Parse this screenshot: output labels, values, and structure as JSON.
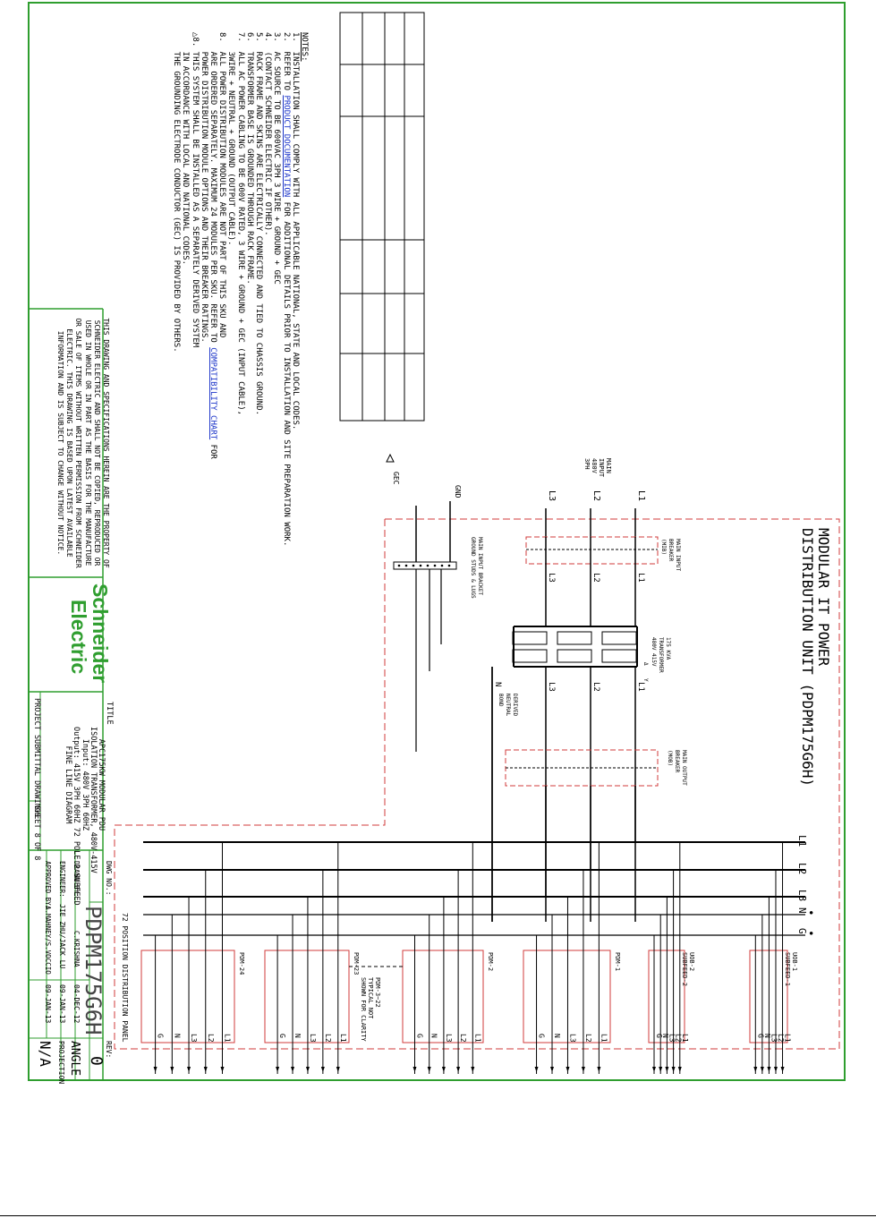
{
  "colors": {
    "border": "#2f9e2f",
    "dash": "#d23b3b",
    "wire": "#000000",
    "link": "#1a33c8"
  },
  "notes": {
    "heading": "NOTES:",
    "items": [
      {
        "pre": "1.  INSTALLATION SHALL COMPLY WITH ALL APPLICABLE NATIONAL, STATE AND LOCAL CODES.",
        "link": "",
        "post": ""
      },
      {
        "pre": "2.  REFER TO ",
        "link": "PRODUCT DOCUMENTATION",
        "post": " FOR ADDITIONAL DETAILS PRIOR TO INSTALLATION AND SITE PREPARATION WORK."
      },
      {
        "pre": "3.  AC SOURCE TO BE 600VAC 3PH 3 WIRE + GROUND + GEC",
        "link": "",
        "post": ""
      },
      {
        "pre": "4.  (CONTACT SCHNEIDER ELECTRIC IF OTHER).",
        "link": "",
        "post": ""
      },
      {
        "pre": "5.  RACK FRAME AND SKINS ARE ELECTRICALLY CONNECTED AND TIED TO CHASSIS GROUND.",
        "link": "",
        "post": ""
      },
      {
        "pre": "6.  TRANSFORMER BASE IS GROUNDED THROUGH RACK FRAME.",
        "link": "",
        "post": ""
      },
      {
        "pre": "7.  ALL AC POWER CABLING TO BE 600V RATED, 3 WIRE + GROUND + GEC (INPUT CABLE),",
        "link": "",
        "post": ""
      },
      {
        "pre": "    3WIRE + NEUTRAL + GROUND (OUTPUT CABLE).",
        "link": "",
        "post": ""
      },
      {
        "pre": "8.  ALL POWER DISTRIBUTION MODULES ARE NOT PART OF THIS SKU AND",
        "link": "",
        "post": ""
      },
      {
        "pre": "    ARE ORDERED SEPARATELY. MAXIMUM 24 MODULES PER SKU. REFER TO ",
        "link": "COMPATIBILITY CHART",
        "post": " FOR"
      },
      {
        "pre": "    POWER DISTRIBUTION MODULE OPTIONS AND THEIR BREAKER RATINGS.",
        "link": "",
        "post": ""
      },
      {
        "pre": "△8. THIS SYSTEM SHALL BE INSTALLED AS A SEPARATELY DERIVED SYSTEM",
        "link": "",
        "post": ""
      },
      {
        "pre": "    IN ACCORDANCE WITH LOCAL AND NATIONAL CODES.",
        "link": "",
        "post": ""
      },
      {
        "pre": "    THE GROUNDING ELECTRODE CONDUCTOR (GEC) IS PROVIDED BY OTHERS.",
        "link": "",
        "post": ""
      }
    ]
  },
  "disclaimer": [
    "THIS DRAWING AND SPECIFICATIONS HEREIN ARE THE PROPERTY OF",
    "SCHNEIDER ELECTRIC AND SHALL NOT BE COPIED, REPRODUCED OR",
    "USED IN WHOLE OR IN PART AS THE BASIS FOR THE MANUFACTURE",
    "OR SALE OF ITEMS WITHOUT WRITTEN PERMISSION FROM SCHNEIDER",
    "ELECTRIC. THIS DRAWING IS BASED UPON LATEST AVAILABLE",
    "INFORMATION AND IS SUBJECT TO CHANGE WITHOUT NOTICE."
  ],
  "logo": {
    "line1": "Schneider",
    "line2": "Electric"
  },
  "title_block": {
    "title_label": "TITLE",
    "title_lines": [
      "APC175KW MODULAR PDU",
      "ISOLATION TRANSFORMER, 480V-415V",
      "Input: 480V 3PH 60HZ",
      "Output: 415V 3PH 60HZ 72 POLE 2 SUBFEED",
      "FINE LINE DIAGRAM"
    ],
    "project": "PROJECT SUBMITTAL DRAWINGS",
    "sheet": "SHEET 8 OF 8",
    "dwg_label": "DWG NO.:",
    "dwg_no": "PDPM175G6H",
    "rev_label": "REV:",
    "rev": "0",
    "drawn_label": "DRAWN BY:",
    "drawn_by": "C.KRISHNA",
    "drawn_date": "04-DEC-12",
    "engineer_label": "ENGINEER:",
    "engineer": "JIE ZHU/JACK LU",
    "engineer_date": "09-JAN-13",
    "approved_label": "APPROVED BY:",
    "approved": "A.MAHNEY/S.VOCCIO",
    "approved_date": "09-JAN-13",
    "angle": "ANGLE",
    "projection": "PROJECTION",
    "na": "N/A"
  },
  "diagram": {
    "title_l1": "MODULAR IT POWER",
    "title_l2": "DISTRIBUTION UNIT (PDPM175G6H)",
    "main_input": [
      "MAIN",
      "INPUT",
      "480V",
      "3PH"
    ],
    "input_lines": [
      "L1",
      "L2",
      "L3"
    ],
    "gnd": "GND",
    "gec": "GEC",
    "mib": [
      "MAIN INPUT",
      "BREAKER",
      "(MIB)"
    ],
    "ground_bar": [
      "MAIN INPUT BRACKET",
      "GROUND STUDS & LUGS"
    ],
    "transformer": [
      "175 KVA",
      "TRANSFORMER",
      "480V    415V"
    ],
    "tx_delta": "Δ",
    "tx_wye": "Y",
    "post_tx": [
      "L1",
      "L2",
      "L3",
      "N"
    ],
    "bond": [
      "DERIVED",
      "NEUTRAL",
      "BOND"
    ],
    "mob": [
      "MAIN OUTPUT",
      "BREAKER",
      "(MOB)"
    ],
    "buses": [
      "L1",
      "L2",
      "L3",
      "N",
      "G"
    ],
    "panel": "72 POSITION DISTRIBUTION PANEL",
    "modules": [
      {
        "name": "UOB-1",
        "sub": "SUBFEED-1"
      },
      {
        "name": "UOB-2",
        "sub": "SUBFEED-2"
      },
      {
        "name": "PDM-1",
        "sub": ""
      },
      {
        "name": "PDM-2",
        "sub": ""
      },
      {
        "name": "PDM-23",
        "sub": ""
      },
      {
        "name": "PDM-24",
        "sub": ""
      }
    ],
    "ellipsis": [
      "PDM-3~22",
      "TYPICAL NOT",
      "SHOWN FOR CLARITY"
    ],
    "outputs": [
      "L1",
      "L2",
      "L3",
      "N",
      "G"
    ]
  }
}
